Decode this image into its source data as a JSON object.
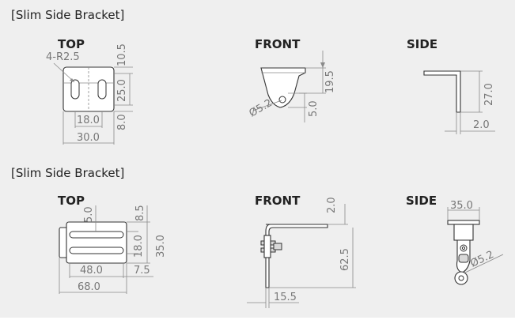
{
  "sections": [
    {
      "title": "[Slim Side Bracket]",
      "views": {
        "top": "TOP",
        "front": "FRONT",
        "side": "SIDE"
      },
      "top_dims": {
        "radius": "4-R2.5",
        "d1": "10.5",
        "d2": "25.0",
        "d3": "8.0",
        "w1": "18.0",
        "w2": "30.0"
      },
      "front_dims": {
        "h1": "19.5",
        "dia": "Ø5.2",
        "h2": "5.0"
      },
      "side_dims": {
        "h": "27.0",
        "t": "2.0"
      }
    },
    {
      "title": "[Slim Side Bracket]",
      "views": {
        "top": "TOP",
        "front": "FRONT",
        "side": "SIDE"
      },
      "top_dims": {
        "a": "5.0",
        "b": "8.5",
        "c": "18.0",
        "d": "35.0",
        "e": "48.0",
        "f": "7.5",
        "g": "68.0"
      },
      "front_dims": {
        "a": "2.0",
        "b": "62.5",
        "c": "15.5"
      },
      "side_dims": {
        "w": "35.0",
        "dia": "Ø5.2"
      }
    }
  ]
}
